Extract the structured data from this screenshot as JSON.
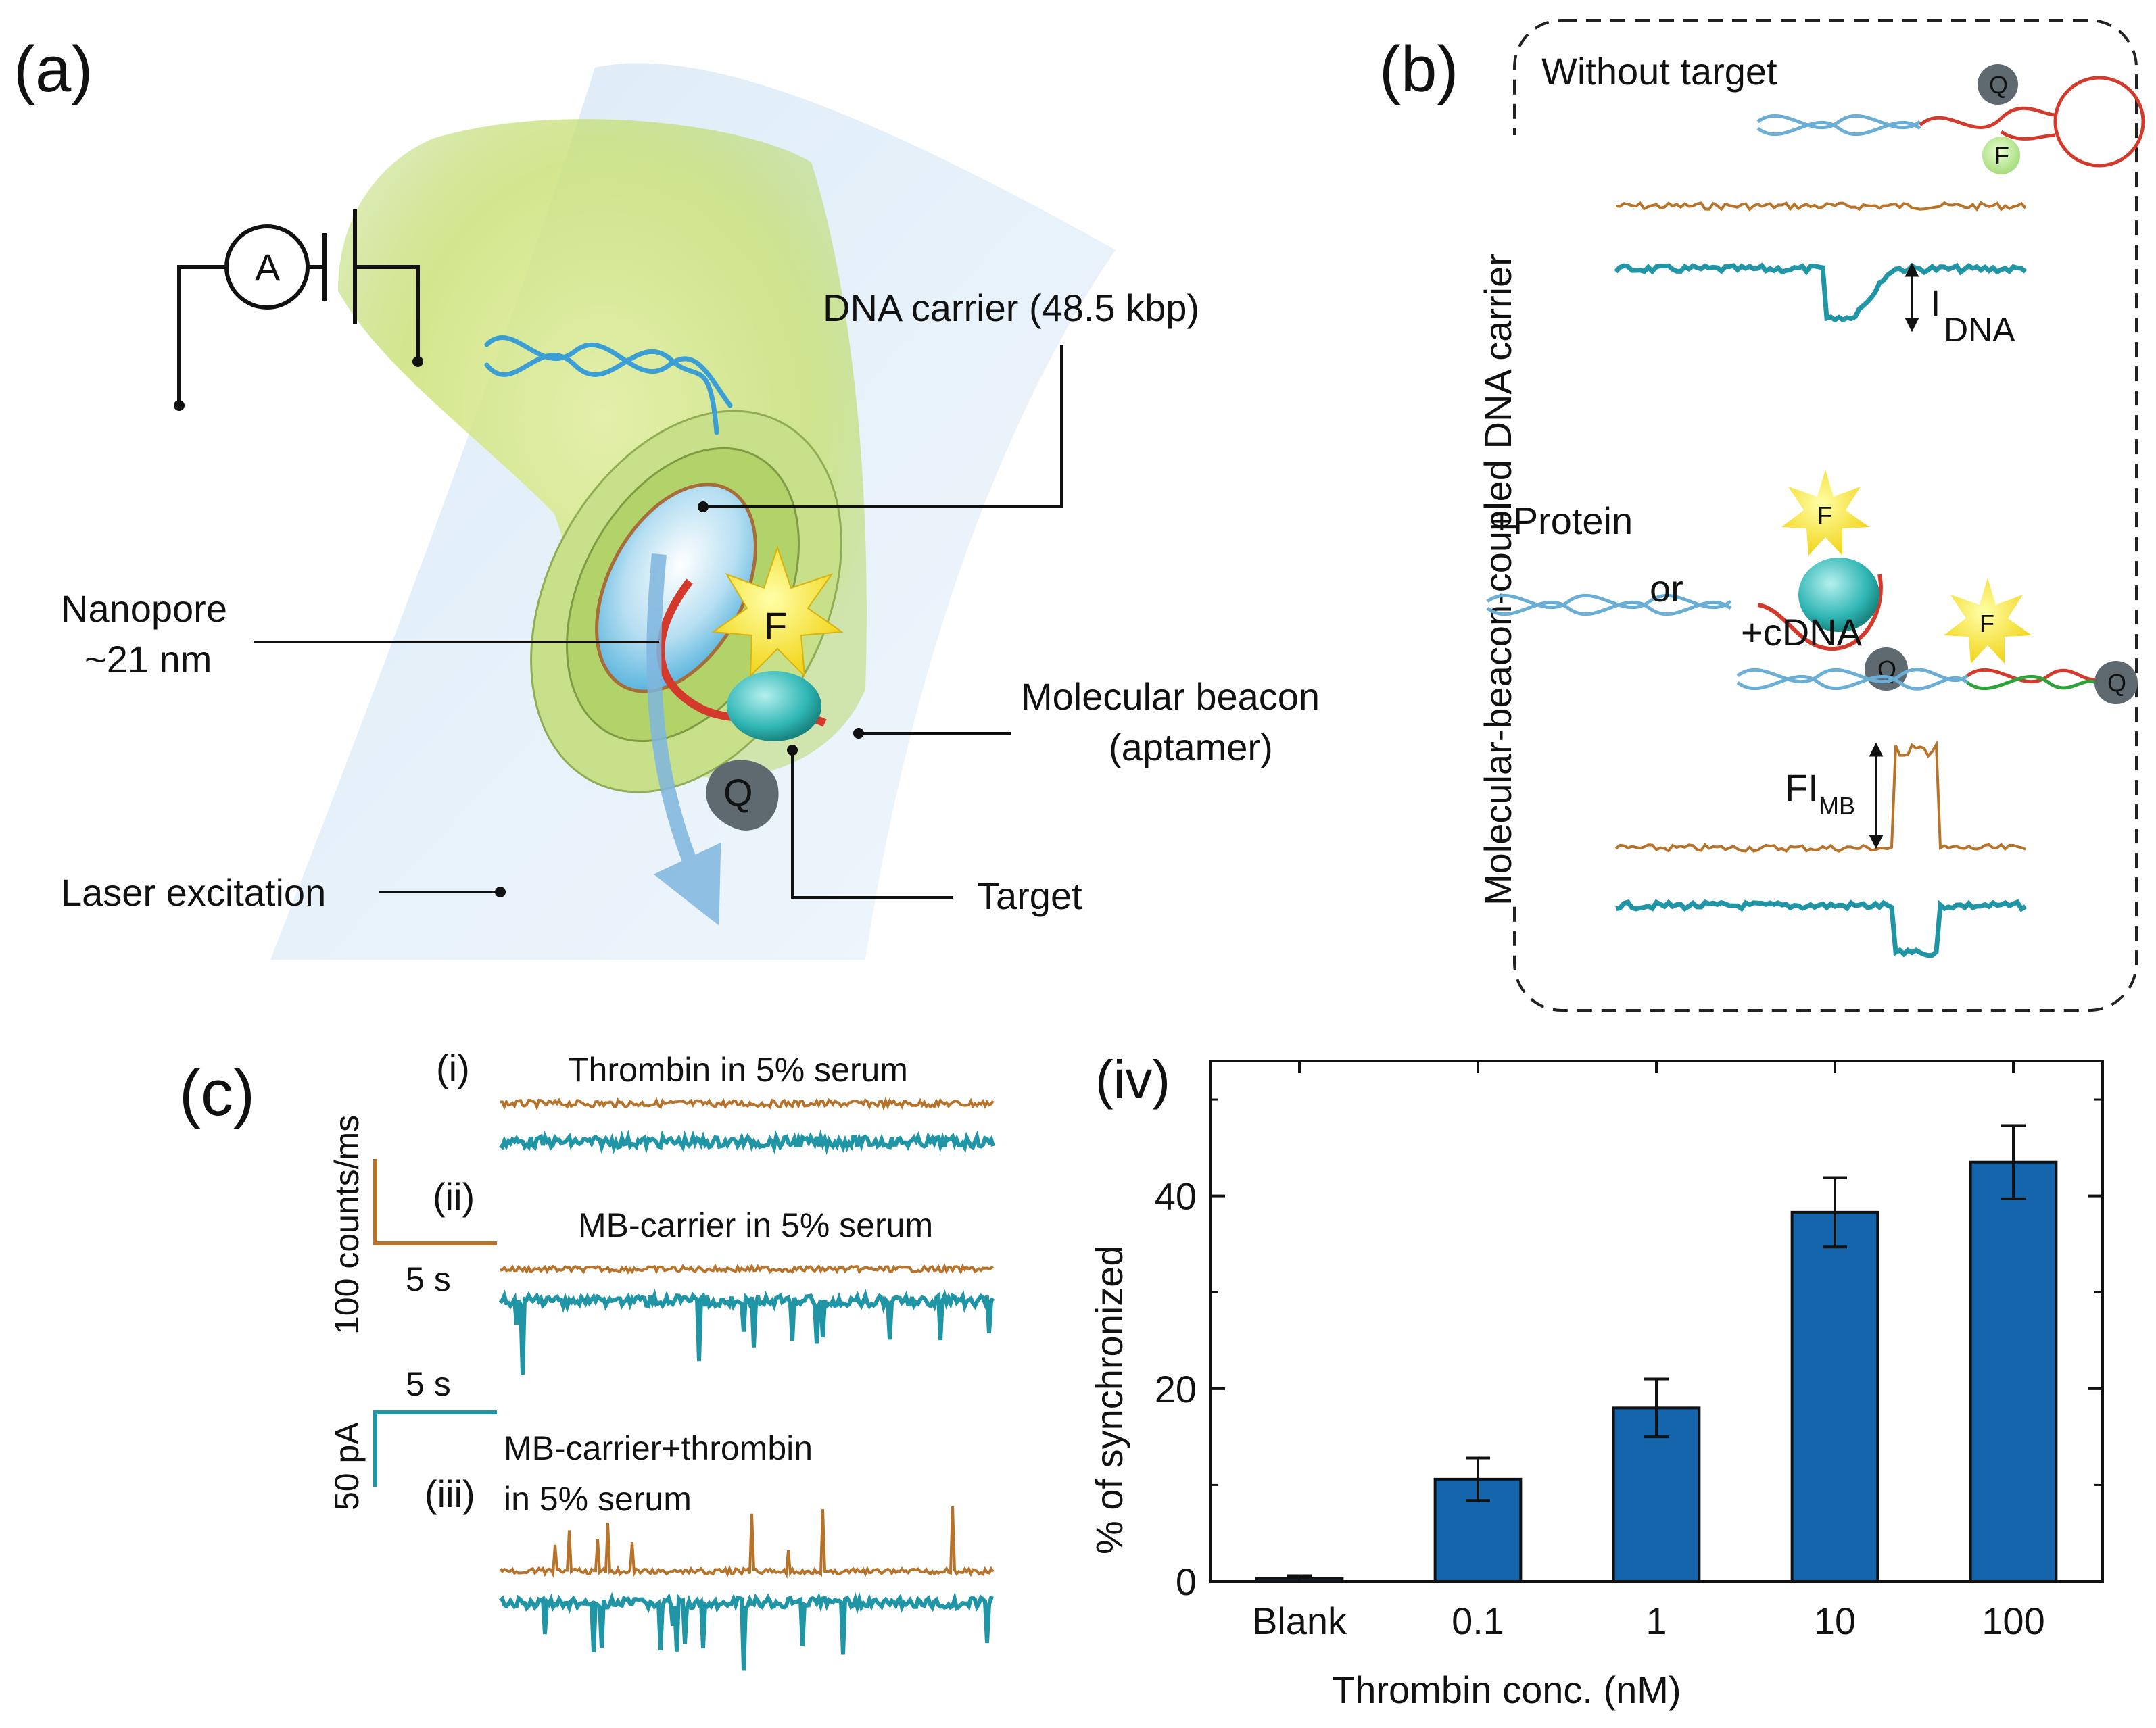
{
  "panel_a": {
    "tag": "(a)",
    "ammeter": "A",
    "dna_carrier": "DNA carrier (48.5 kbp)",
    "nanopore_line1": "Nanopore",
    "nanopore_line2": "~21 nm",
    "beacon_line1": "Molecular beacon",
    "beacon_line2": "(aptamer)",
    "laser": "Laser excitation",
    "target": "Target",
    "fluorophore": "F",
    "quencher": "Q"
  },
  "panel_b": {
    "tag": "(b)",
    "side_label": "Molecular-beacon-coupled DNA carrier",
    "without_target": "Without target",
    "plus_protein": "+Protein",
    "or": "or",
    "plus_cdna": "+cDNA",
    "i_dna_main": "I",
    "i_dna_sub": "DNA",
    "fi_mb_main": "FI",
    "fi_mb_sub": "MB",
    "fluorophore": "F",
    "quencher": "Q"
  },
  "panel_c": {
    "tag": "(c)",
    "traces": [
      {
        "roman": "(i)",
        "title": "Thrombin in 5% serum"
      },
      {
        "roman": "(ii)",
        "title": "MB-carrier in 5% serum"
      },
      {
        "roman": "(iii)",
        "title_line1": "MB-carrier+thrombin",
        "title_line2": "in 5% serum"
      }
    ],
    "scale_counts": "100 counts/ms",
    "scale_time_1": "5 s",
    "scale_time_2": "5 s",
    "scale_current": "50 pA"
  },
  "colors": {
    "fluorescence": "#b8732a",
    "current": "#1f95a5",
    "bar": "#1565ad",
    "rna": "#d33a2c",
    "dna": "#6aaed6",
    "cdna": "#2ea33a"
  },
  "chart_data": {
    "type": "bar",
    "panel_tag": "(iv)",
    "categories": [
      "Blank",
      "0.1",
      "1",
      "10",
      "100"
    ],
    "values": [
      0.3,
      10.6,
      18.0,
      38.3,
      43.5
    ],
    "errors": [
      0.3,
      2.2,
      3.0,
      3.6,
      3.8
    ],
    "xlabel": "Thrombin conc. (nM)",
    "ylabel": "% of synchronized",
    "ylim": [
      0,
      54
    ],
    "yticks": [
      0,
      20,
      40
    ],
    "grid": false,
    "legend": "none"
  }
}
